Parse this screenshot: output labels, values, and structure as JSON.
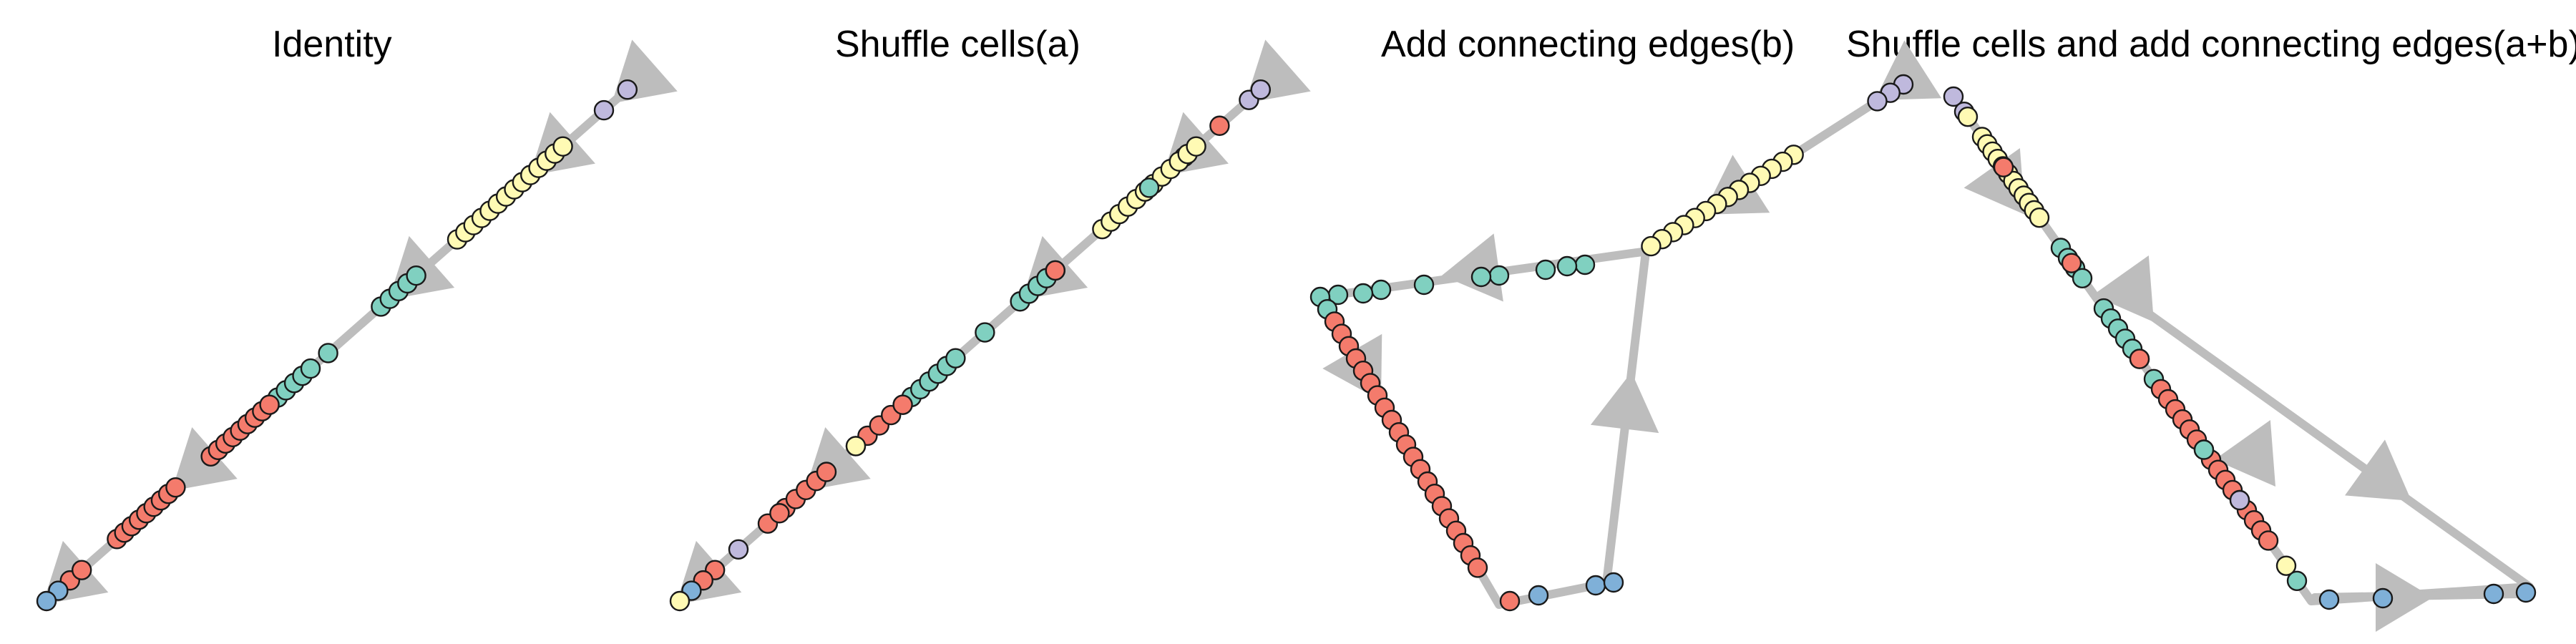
{
  "titles": [
    "Identity",
    "Shuffle cells(a)",
    "Add connecting edges(b)",
    "Shuffle cells and add connecting edges(a+b)"
  ],
  "palette": {
    "red": "#f47b6c",
    "teal": "#80d0c0",
    "yellow": "#fffab4",
    "purple": "#bfb9dd",
    "blue": "#7fb0d8",
    "edge": "#bdbdbd"
  }
}
